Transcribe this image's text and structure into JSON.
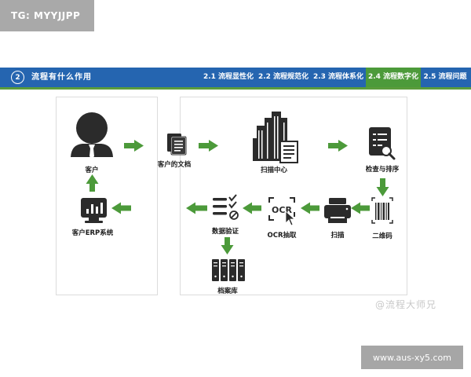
{
  "tag": {
    "text": "TG: MYYJJPP"
  },
  "header": {
    "number": "2",
    "title": "流程有什么作用",
    "tabs": [
      {
        "label": "2.1 流程显性化",
        "active": false
      },
      {
        "label": "2.2 流程规范化",
        "active": false
      },
      {
        "label": "2.3 流程体系化",
        "active": false
      },
      {
        "label": "2.4 流程数字化",
        "active": true
      },
      {
        "label": "2.5 流程问题",
        "active": false
      }
    ]
  },
  "nodes": {
    "customer": "客户",
    "customer_erp": "客户ERP系统",
    "customer_docs": "客户的文档",
    "scan_center": "扫描中心",
    "check_sort": "检查与排序",
    "barcode": "二维码",
    "scan": "扫描",
    "ocr": "OCR抽取",
    "ocr_icon_text": "OCR",
    "data_verify": "数据验证",
    "archive": "档案库"
  },
  "watermark": {
    "text": "@流程大师兄"
  },
  "footer": {
    "text": "www.aus-xy5.com"
  },
  "colors": {
    "header": "#2565b0",
    "accent_green": "#4c9a3a",
    "icon_dark": "#2b2b2b"
  }
}
